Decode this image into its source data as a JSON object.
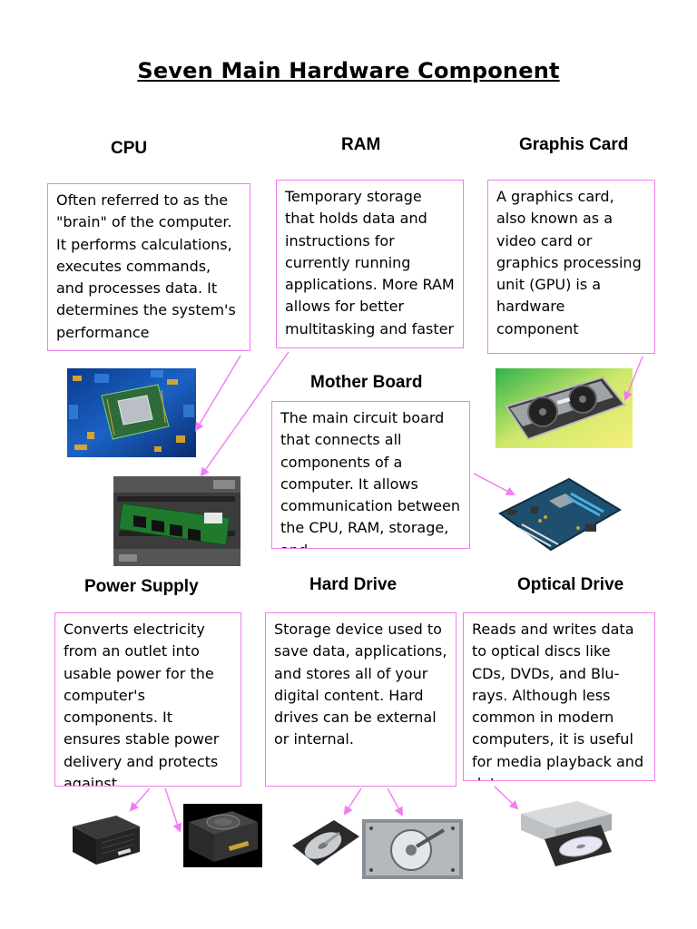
{
  "title": "Seven Main Hardware Component",
  "components": {
    "cpu": {
      "heading": "CPU",
      "description": "Often referred to as the \"brain\" of the computer. It performs calculations, executes commands, and processes data. It determines the system's performance"
    },
    "ram": {
      "heading": "RAM",
      "description": "Temporary storage that holds data and instructions for currently running applications. More RAM allows for better multitasking and faster"
    },
    "graphics_card": {
      "heading": "Graphis Card",
      "description": "A graphics card, also known as a video card or graphics processing unit (GPU) is a hardware component"
    },
    "motherboard": {
      "heading": "Mother Board",
      "description": "The main circuit board that connects all components of a computer. It allows communication between the CPU, RAM, storage, and"
    },
    "power_supply": {
      "heading": "Power Supply",
      "description": "Converts electricity from an outlet into usable power for the computer's components. It ensures stable power delivery and protects against"
    },
    "hard_drive": {
      "heading": "Hard Drive",
      "description": "Storage device used to save data, applications, and stores all of your digital content. Hard drives can be external or internal."
    },
    "optical_drive": {
      "heading": "Optical Drive",
      "description": "Reads and writes data to optical discs like CDs, DVDs, and Blu-rays. Although less common in modern computers, it is useful for media playback and data"
    }
  },
  "colors": {
    "box_border": "#f07cf0",
    "arrow": "#f07cf0"
  }
}
